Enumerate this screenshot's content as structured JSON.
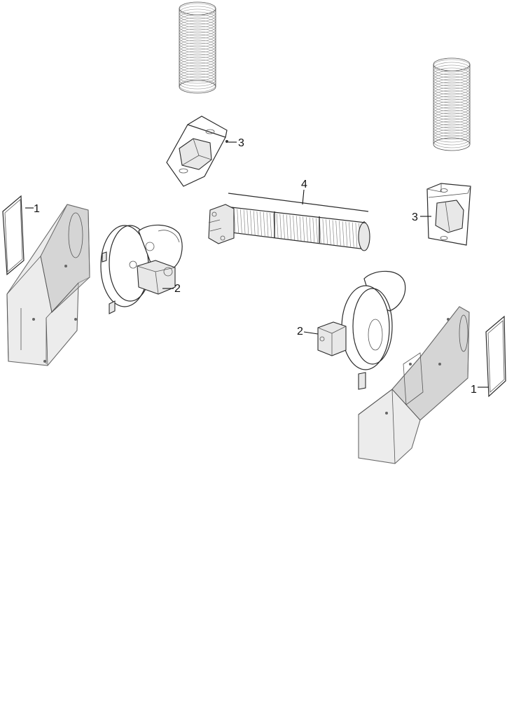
{
  "callouts": {
    "gasket_left": "1",
    "gasket_right": "1",
    "blower_left": "2",
    "blower_right": "2",
    "duct_adapter_left": "3",
    "duct_adapter_right": "3",
    "tangential_fan": "4"
  }
}
